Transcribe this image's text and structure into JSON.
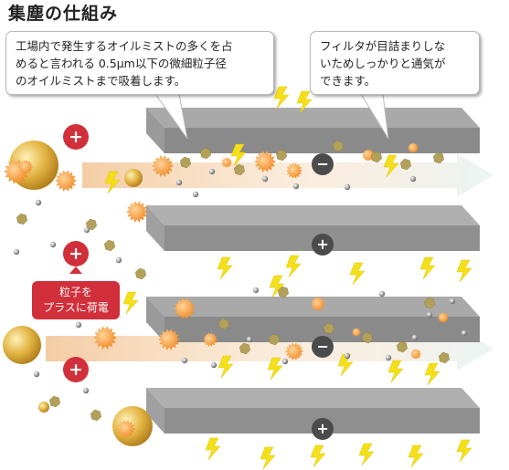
{
  "title": "集塵の仕組み",
  "callouts": {
    "left": {
      "lines": [
        "工場内で発生するオイルミストの多くを占",
        "めると言われる 0.5μm以下の微細粒子径",
        "のオイルミストまで吸着します。"
      ]
    },
    "right": {
      "lines": [
        "フィルタが目詰まりしな",
        "いためしっかりと通気が",
        "できます。"
      ]
    }
  },
  "charge_label": {
    "lines": [
      "粒子を",
      "プラスに荷電"
    ]
  },
  "symbols": {
    "plus": "+",
    "minus": "−"
  },
  "colors": {
    "plate_top": "#a5a5a5",
    "plate_front": "#8f8f8f",
    "plus_badge": "#d12f3a",
    "minus_badge": "#4b4b4b",
    "particle_gold": "#d7a53b",
    "particle_orange": "#f08c1e",
    "flow_arrow": "#f3c79a",
    "lightning": "#f4e01a"
  },
  "icons": [
    "plus-charge-icon",
    "minus-charge-icon",
    "lightning-icon",
    "oil-mist-particle-icon",
    "airflow-arrow-icon"
  ]
}
